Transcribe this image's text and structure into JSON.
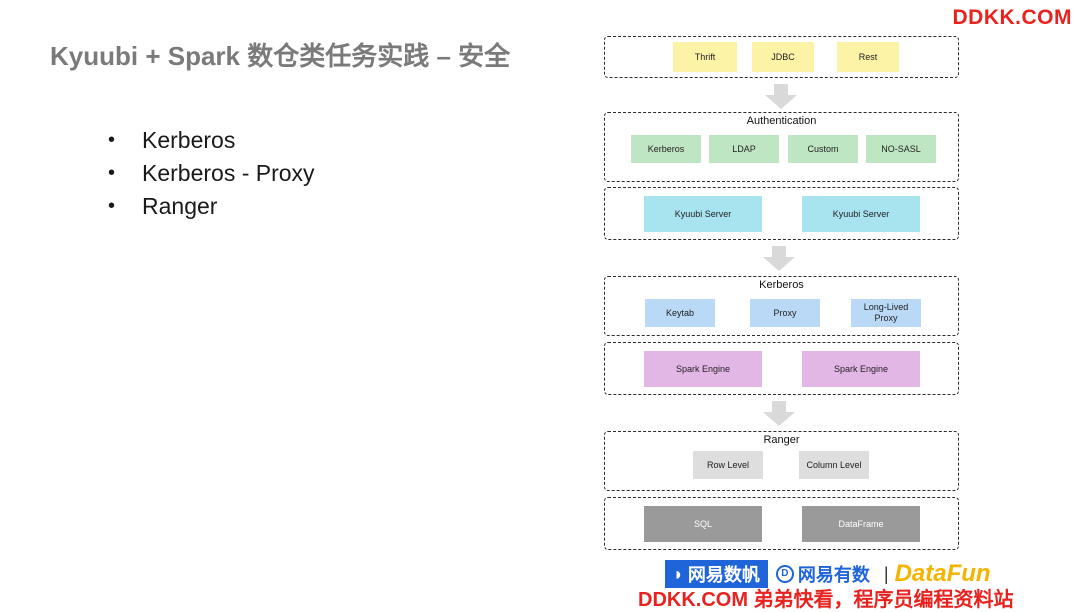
{
  "watermark_top": "DDKK.COM",
  "title": "Kyuubi + Spark 数仓类任务实践 – 安全",
  "bullets": [
    "Kerberos",
    "Kerberos - Proxy",
    "Ranger"
  ],
  "diagram": {
    "protocols": [
      "Thrift",
      "JDBC",
      "Rest"
    ],
    "authentication": {
      "title": "Authentication",
      "items": [
        "Kerberos",
        "LDAP",
        "Custom",
        "NO-SASL"
      ]
    },
    "servers": [
      "Kyuubi Server",
      "Kyuubi Server"
    ],
    "kerberos": {
      "title": "Kerberos",
      "items": [
        "Keytab",
        "Proxy",
        "Long-Lived Proxy"
      ]
    },
    "engines": [
      "Spark Engine",
      "Spark Engine"
    ],
    "ranger": {
      "title": "Ranger",
      "items": [
        "Row Level",
        "Column Level"
      ]
    },
    "interfaces": [
      "SQL",
      "DataFrame"
    ]
  },
  "footer": {
    "logo1": "网易数帆",
    "logo2": "网易有数",
    "logo3": "DataFun"
  },
  "watermark_bottom": "DDKK.COM 弟弟快看，程序员编程资料站",
  "colors": {
    "protocol": "#fcf3a6",
    "auth": "#bfe6c3",
    "server": "#a8e4f0",
    "kerberos": "#b9d9f7",
    "engine": "#e2b7e6",
    "ranger": "#dedede",
    "interface": "#9a9a9a",
    "watermark": "#e8231f"
  }
}
